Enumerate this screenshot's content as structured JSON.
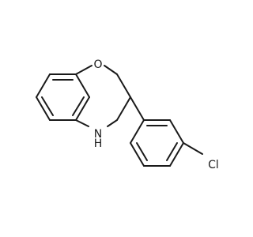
{
  "molecule": {
    "atoms": {
      "oxygen": "O",
      "nitrogen_hydrogen": "N\nH",
      "chlorine": "Cl"
    },
    "colors": {
      "bond": "#1a1a1a",
      "label": "#1a1a1a",
      "background": "#ffffff"
    }
  }
}
